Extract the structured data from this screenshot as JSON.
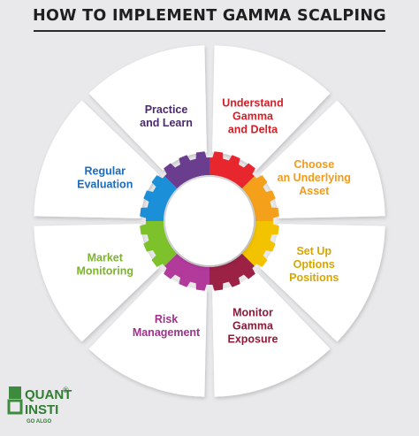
{
  "title": "HOW TO IMPLEMENT GAMMA SCALPING",
  "steps": [
    {
      "lines": [
        "Understand",
        "Gamma",
        "and Delta"
      ],
      "color": "#d41f27",
      "ring_color": "#e8262e"
    },
    {
      "lines": [
        "Choose",
        "an Underlying",
        "Asset"
      ],
      "color": "#f29a1a",
      "ring_color": "#f5a01a"
    },
    {
      "lines": [
        "Set Up",
        "Options",
        "Positions"
      ],
      "color": "#d9a600",
      "ring_color": "#f3c300"
    },
    {
      "lines": [
        "Monitor",
        "Gamma",
        "Exposure"
      ],
      "color": "#8a1c3a",
      "ring_color": "#9b2145"
    },
    {
      "lines": [
        "Risk",
        "Management"
      ],
      "color": "#a0328a",
      "ring_color": "#b13a9a"
    },
    {
      "lines": [
        "Market",
        "Monitoring"
      ],
      "color": "#7bb52a",
      "ring_color": "#7dc22a"
    },
    {
      "lines": [
        "Regular",
        "Evaluation"
      ],
      "color": "#1a6cc0",
      "ring_color": "#1b8fd8"
    },
    {
      "lines": [
        "Practice",
        "and Learn"
      ],
      "color": "#4a2a6e",
      "ring_color": "#6a3d8e"
    }
  ],
  "logo": {
    "text_top": "QUANT",
    "text_bottom": "INSTI",
    "tagline": "GO ALGO",
    "mark": "®",
    "color": "#2e7d32"
  }
}
